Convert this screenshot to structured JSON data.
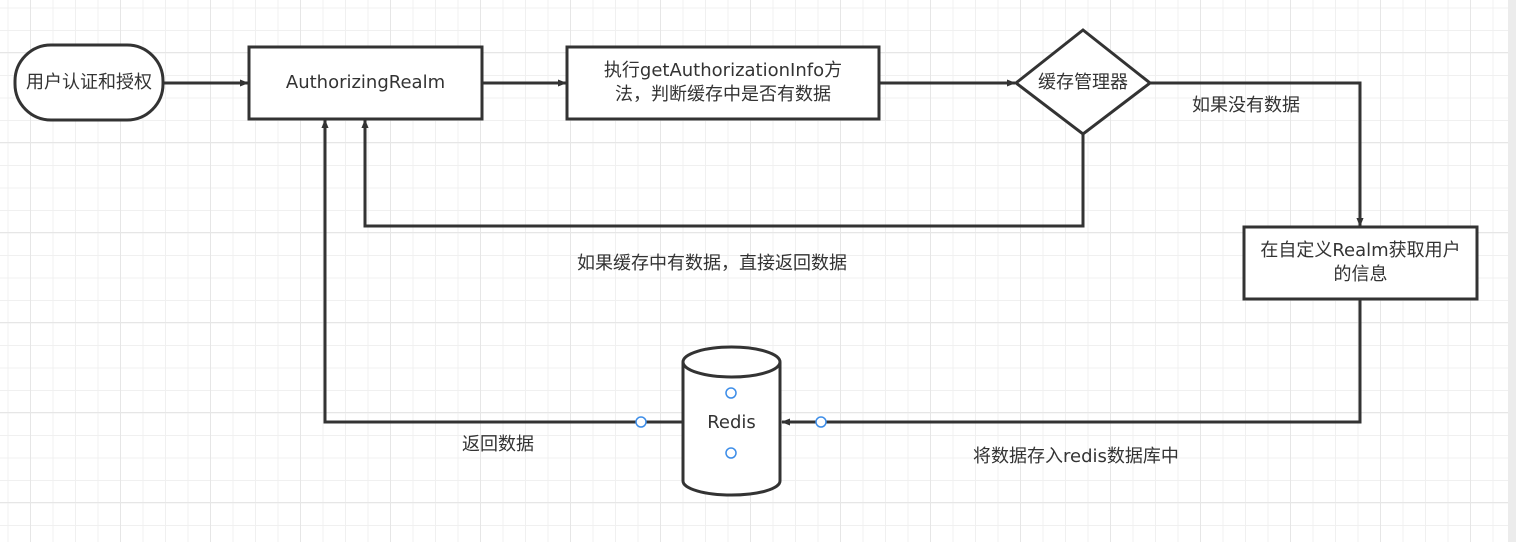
{
  "diagram": {
    "type": "flowchart",
    "colors": {
      "stroke": "#333333",
      "fill": "#ffffff",
      "text": "#333333",
      "connection_point": "#3d8de8",
      "grid_minor": "#f0f0f0",
      "grid_major": "#e6e6e6"
    },
    "nodes": [
      {
        "id": "start",
        "shape": "rounded-terminal",
        "label": "用户认证和授权"
      },
      {
        "id": "realm",
        "shape": "rectangle",
        "label": "AuthorizingRealm"
      },
      {
        "id": "exec",
        "shape": "rectangle",
        "label": "执行getAuthorizationInfo方法，判断缓存中是否有数据"
      },
      {
        "id": "cache",
        "shape": "diamond",
        "label": "缓存管理器"
      },
      {
        "id": "custom",
        "shape": "rectangle",
        "label": "在自定义Realm获取用户的信息"
      },
      {
        "id": "redis",
        "shape": "cylinder",
        "label": "Redis"
      }
    ],
    "edges": [
      {
        "from": "start",
        "to": "realm",
        "label": ""
      },
      {
        "from": "realm",
        "to": "exec",
        "label": ""
      },
      {
        "from": "exec",
        "to": "cache",
        "label": ""
      },
      {
        "from": "cache",
        "to": "custom",
        "label": "如果没有数据"
      },
      {
        "from": "cache",
        "to": "realm",
        "label": "如果缓存中有数据，直接返回数据"
      },
      {
        "from": "custom",
        "to": "redis",
        "label": "将数据存入redis数据库中"
      },
      {
        "from": "redis",
        "to": "realm",
        "label": "返回数据"
      }
    ]
  }
}
